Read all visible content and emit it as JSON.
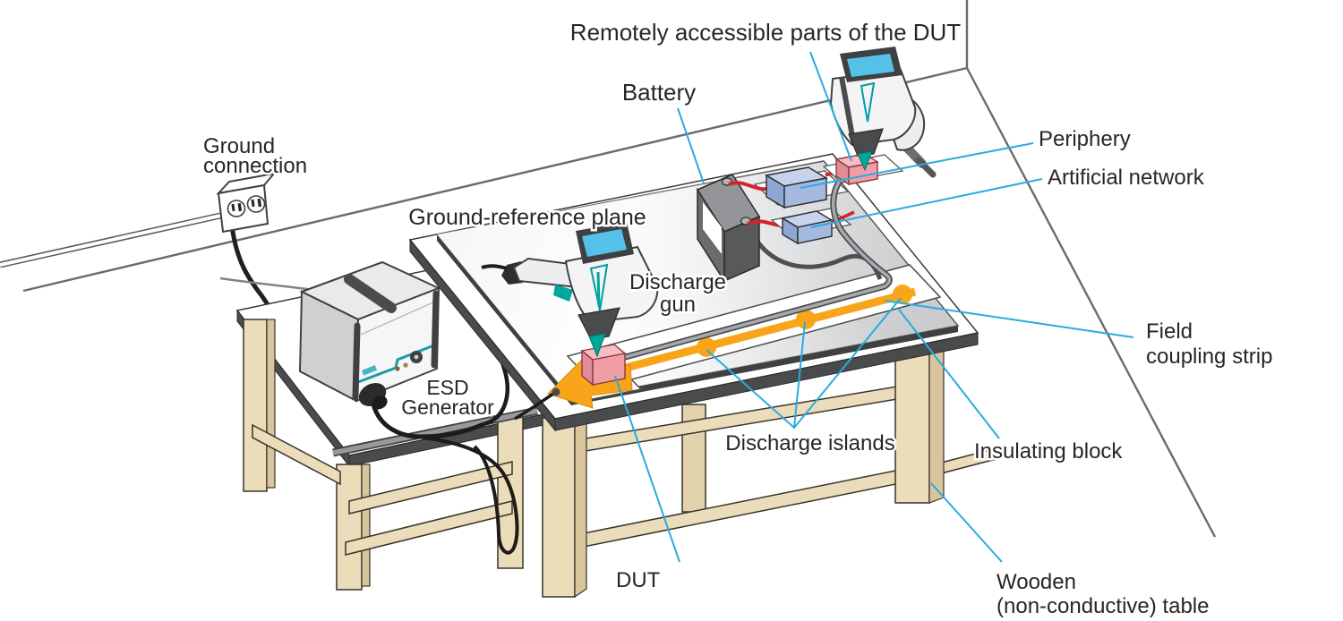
{
  "labels": {
    "remote_parts": "Remotely accessible parts of the DUT",
    "battery": "Battery",
    "ground_connection": {
      "line1": "Ground",
      "line2": "connection"
    },
    "ground_reference_plane": "Ground-reference plane",
    "discharge_gun": {
      "line1": "Discharge",
      "line2": "gun"
    },
    "periphery": "Periphery",
    "artificial_network": "Artificial network",
    "esd_generator": {
      "line1": "ESD",
      "line2": "Generator"
    },
    "field_coupling_strip": {
      "line1": "Field",
      "line2": "coupling strip"
    },
    "discharge_islands": "Discharge islands",
    "insulating_block": "Insulating block",
    "dut": "DUT",
    "wooden_table": {
      "line1": "Wooden",
      "line2": "(non-conductive) table"
    }
  },
  "colors": {
    "leader_line": "#29ABE2",
    "orange_strip": "#F9A51A",
    "teal_accent": "#00A79D",
    "pink_block": "#F09DA6",
    "blue_box": "#A4B8E0",
    "wood": "#EBDCBA",
    "ground_plane_gray": "#D1D3D4",
    "text": "#2B2523"
  }
}
